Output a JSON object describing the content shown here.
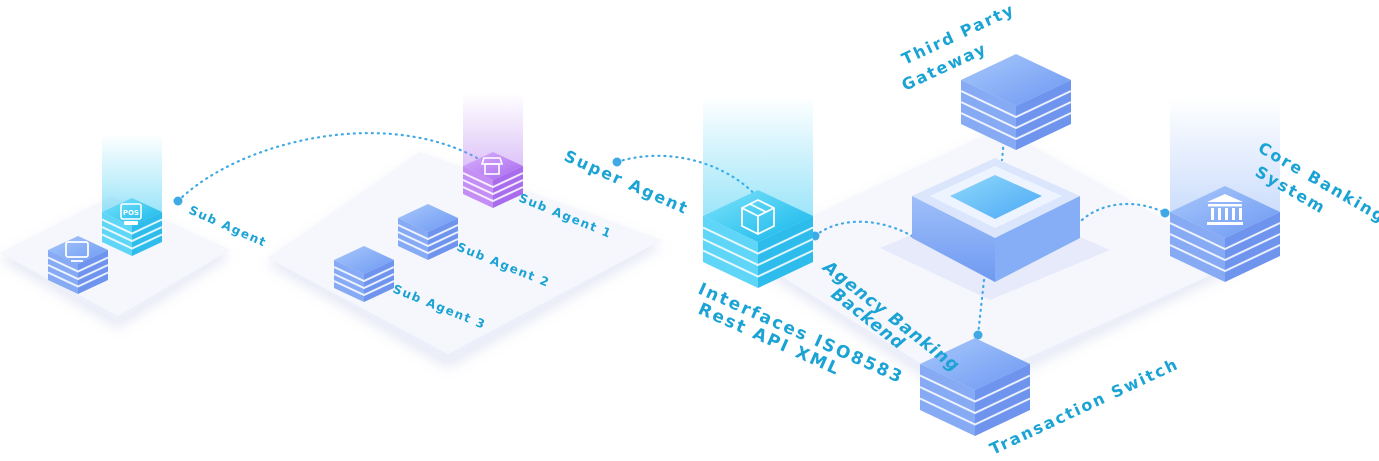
{
  "labels": {
    "sub_agent": "Sub Agent",
    "sub_agent_1": "Sub Agent 1",
    "sub_agent_2": "Sub Agent 2",
    "sub_agent_3": "Sub Agent 3",
    "super_agent": "Super Agent",
    "interfaces_line1": "Interfaces ISO8583",
    "interfaces_line2": "Rest API XML",
    "agency_banking_line1": "Agency Banking",
    "agency_banking_line2": "Backend",
    "third_party_line1": "Third Party",
    "third_party_line2": "Gateway",
    "core_banking_line1": "Core Banking",
    "core_banking_line2": "System",
    "transaction_switch": "Transaction Switch",
    "pos_badge": "POS"
  },
  "icons": {
    "pos": "pos-terminal-icon",
    "monitor": "monitor-icon",
    "store": "store-icon",
    "package": "package-cube-icon",
    "bank": "bank-building-icon"
  },
  "colors": {
    "label": "#1aa3d4",
    "connector": "#3fa9e6",
    "stack_blue": "#6f9cf5",
    "stack_cyan": "#1fc6ef",
    "stack_purple": "#b46ff0",
    "platform": "#f2f3fb"
  }
}
